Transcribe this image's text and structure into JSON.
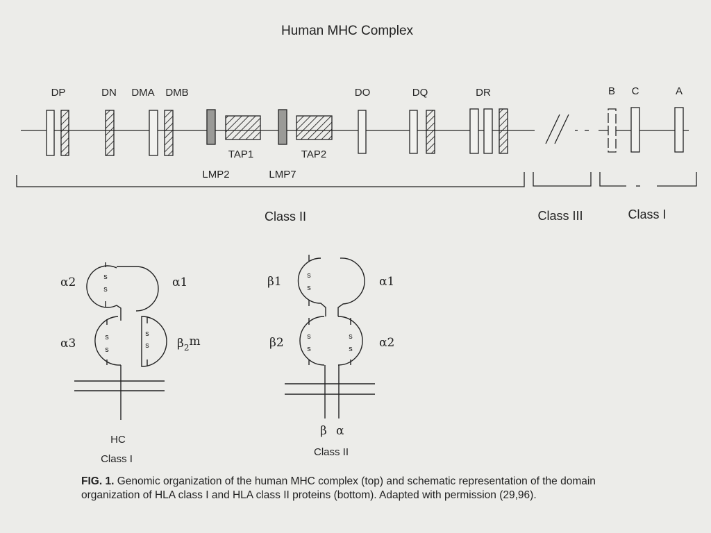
{
  "title": "Human MHC Complex",
  "genes": {
    "dp": "DP",
    "dn": "DN",
    "dma": "DMA",
    "dmb": "DMB",
    "do": "DO",
    "dq": "DQ",
    "dr": "DR",
    "b": "B",
    "c": "C",
    "a": "A",
    "tap1": "TAP1",
    "tap2": "TAP2",
    "lmp2": "LMP2",
    "lmp7": "LMP7"
  },
  "regions": {
    "class2": "Class II",
    "class3": "Class III",
    "class1": "Class I"
  },
  "class1_protein": {
    "alpha1": "α1",
    "alpha2": "α2",
    "alpha3": "α3",
    "beta2m_b": "β",
    "beta2m_sub": "2",
    "beta2m_m": "m",
    "chain": "HC",
    "label": "Class I"
  },
  "class2_protein": {
    "beta1": "β1",
    "beta2": "β2",
    "alpha1": "α1",
    "alpha2": "α2",
    "beta": "β",
    "alpha": "α",
    "label": "Class II"
  },
  "disulfide": "s",
  "caption": {
    "fig": "FIG. 1.",
    "text": "Genomic organization of the human MHC complex (top) and schematic representation of the domain organization of HLA class I and HLA class II proteins (bottom). Adapted with permission (29,96)."
  }
}
